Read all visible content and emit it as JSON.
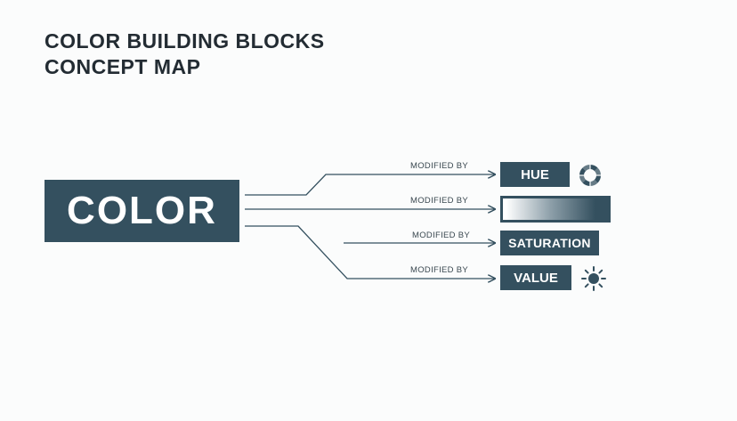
{
  "title": {
    "line1": "COLOR BUILDING BLOCKS",
    "line2": "CONCEPT MAP"
  },
  "root": {
    "label": "COLOR"
  },
  "branches": [
    {
      "relation": "MODIFIED BY",
      "label": "HUE",
      "icon": "color-wheel-icon"
    },
    {
      "relation": "MODIFIED BY",
      "label": "",
      "icon": "gradient-swatch"
    },
    {
      "relation": "MODIFIED BY",
      "label": "SATURATION",
      "icon": ""
    },
    {
      "relation": "MODIFIED BY",
      "label": "VALUE",
      "icon": "sun-icon"
    }
  ],
  "colors": {
    "box": "#34505f",
    "line": "#34505f",
    "title": "#232c33",
    "background": "#fbfcfc"
  }
}
